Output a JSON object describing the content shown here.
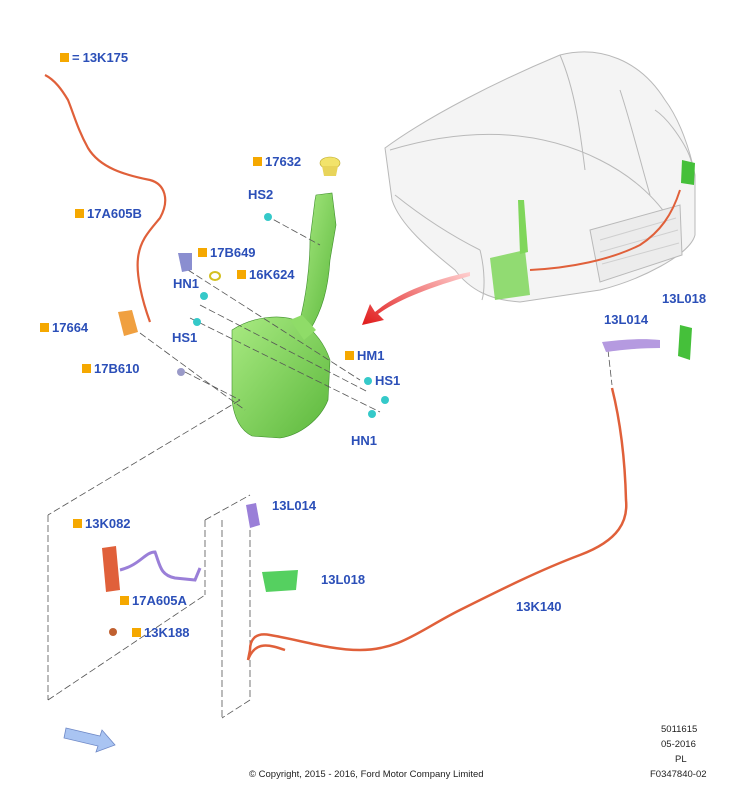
{
  "legend": {
    "equals": "=",
    "code": "13K175"
  },
  "labels": {
    "p17A605B": "17A605B",
    "p17632": "17632",
    "pHS2": "HS2",
    "p17B649": "17B649",
    "pHN1a": "HN1",
    "p16K624": "16K624",
    "p17664": "17664",
    "pHS1a": "HS1",
    "pHM1": "HM1",
    "pHS1b": "HS1",
    "pHN1b": "HN1",
    "p17B610": "17B610",
    "p13L018a": "13L018",
    "p13L014a": "13L014",
    "p13L014b": "13L014",
    "p13K082": "13K082",
    "p13L018b": "13L018",
    "p17A605A": "17A605A",
    "p13K188": "13K188",
    "p13K140": "13K140"
  },
  "meta": {
    "number": "5011615",
    "date": "05-2016",
    "code": "PL",
    "figure": "F0347840-02"
  },
  "copyright": "© Copyright, 2015 - 2016, Ford Motor Company Limited",
  "colors": {
    "label": "#2b4fb8",
    "square": "#f5a800",
    "tank": "#7fd65a",
    "hose": "#e0603a",
    "purple": "#9a7fd8",
    "cyan": "#35c9c9",
    "arrow": "#e02020"
  }
}
